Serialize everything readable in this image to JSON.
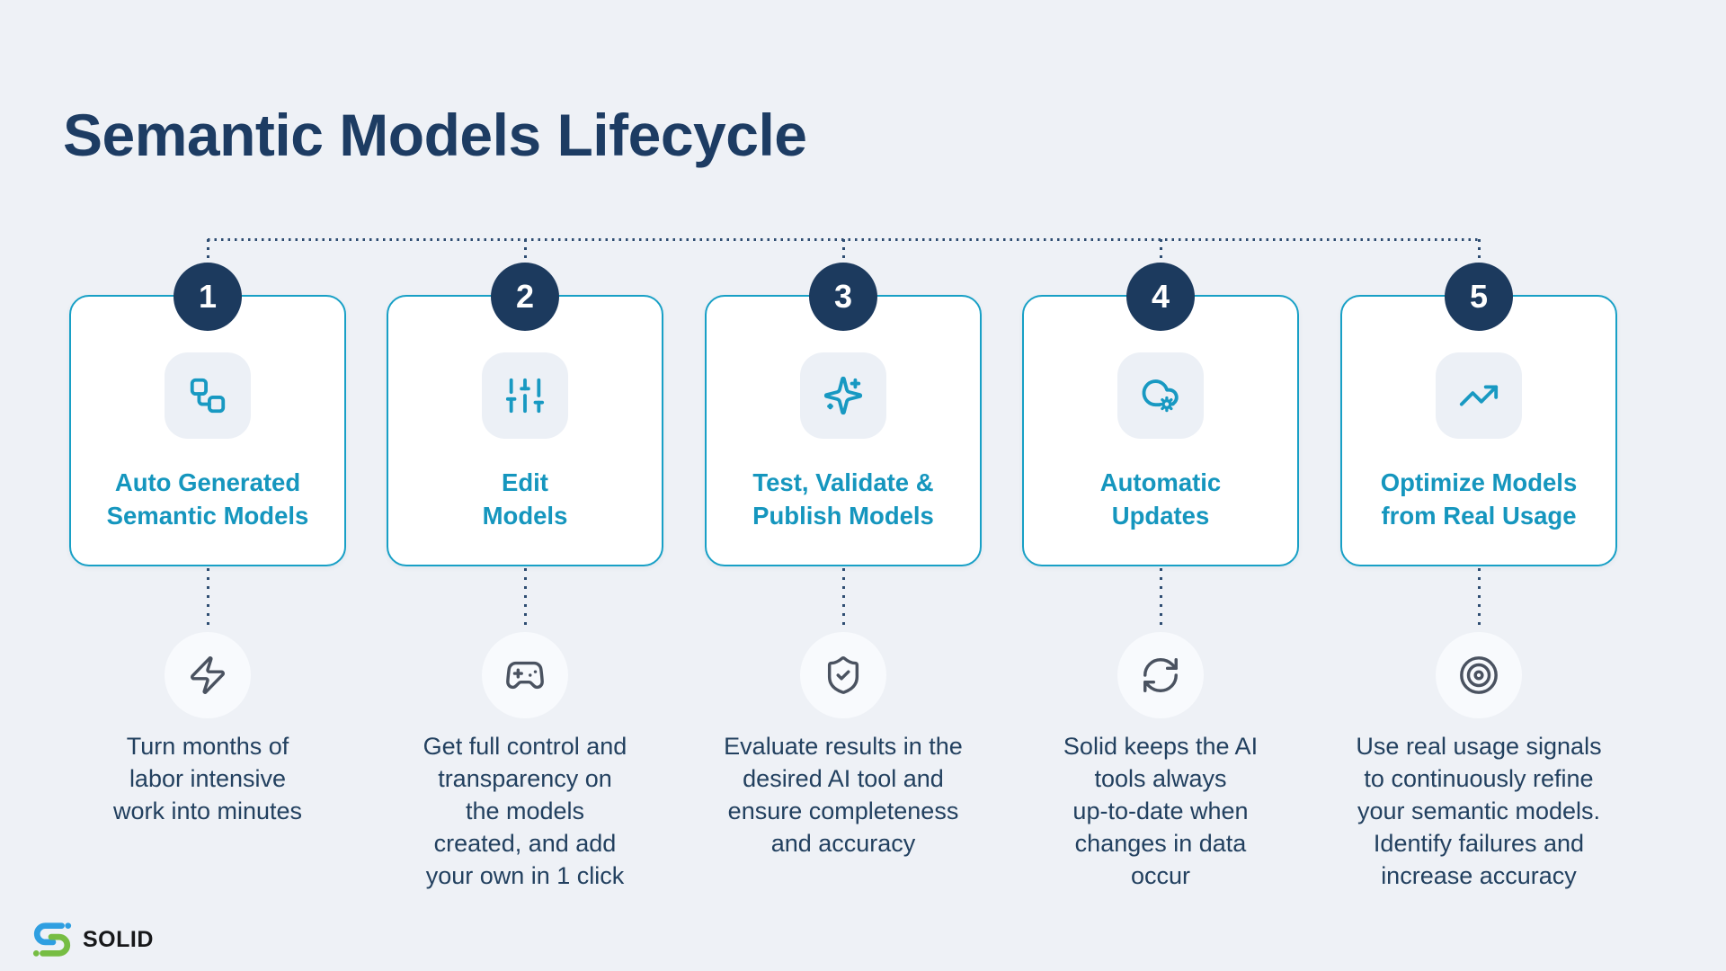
{
  "page": {
    "title": "Semantic Models Lifecycle"
  },
  "brand": {
    "name": "SOLID"
  },
  "colors": {
    "background": "#eef1f6",
    "accent_teal": "#1899c2",
    "card_border_teal": "#18a0c6",
    "navy_circle": "#1c3a5e",
    "title_navy": "#1d3c63",
    "body_navy": "#22405f",
    "detail_icon_slate": "#4a5260",
    "logo_blue": "#2f9fe1",
    "logo_green": "#76bd43"
  },
  "steps": [
    {
      "number": "1",
      "icon": "workflow-icon",
      "title": [
        "Auto Generated",
        "Semantic Models"
      ],
      "detail_icon": "lightning-icon",
      "description": [
        "Turn months of",
        "labor intensive",
        "work into minutes"
      ]
    },
    {
      "number": "2",
      "icon": "sliders-icon",
      "title": [
        "Edit",
        "Models"
      ],
      "detail_icon": "gamepad-icon",
      "description": [
        "Get full control and",
        "transparency on",
        "the models",
        "created, and add",
        "your own in 1 click"
      ]
    },
    {
      "number": "3",
      "icon": "sparkles-icon",
      "title": [
        "Test, Validate &",
        "Publish Models"
      ],
      "detail_icon": "shield-check-icon",
      "description": [
        "Evaluate results in the",
        "desired AI tool and",
        "ensure completeness",
        "and accuracy"
      ]
    },
    {
      "number": "4",
      "icon": "cloud-gear-icon",
      "title": [
        "Automatic",
        "Updates"
      ],
      "detail_icon": "refresh-icon",
      "description": [
        "Solid keeps the AI",
        "tools always",
        "up-to-date when",
        "changes in data",
        "occur"
      ]
    },
    {
      "number": "5",
      "icon": "trend-up-icon",
      "title": [
        "Optimize Models",
        "from Real Usage"
      ],
      "detail_icon": "target-icon",
      "description": [
        "Use real usage signals",
        "to continuously refine",
        "your semantic models.",
        "Identify failures and",
        "increase accuracy"
      ]
    }
  ]
}
